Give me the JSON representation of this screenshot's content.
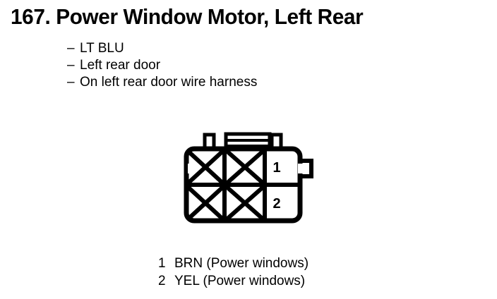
{
  "title": "167. Power Window Motor, Left Rear",
  "description": {
    "bullet_marker": "–",
    "lines": [
      "LT BLU",
      "Left rear door",
      "On left rear door wire harness"
    ]
  },
  "connector": {
    "icon_name": "connector-2-cavity-diagram",
    "rows": 2,
    "columns": 3,
    "cavities": [
      {
        "position": "top-left",
        "label": "",
        "state": "blocked"
      },
      {
        "position": "top-center",
        "label": "",
        "state": "blocked"
      },
      {
        "position": "top-right",
        "label": "1",
        "state": "terminal"
      },
      {
        "position": "bottom-left",
        "label": "",
        "state": "blocked"
      },
      {
        "position": "bottom-center",
        "label": "",
        "state": "blocked"
      },
      {
        "position": "bottom-right",
        "label": "2",
        "state": "terminal"
      }
    ],
    "cavity_1_label": "1",
    "cavity_2_label": "2",
    "line_color": "#000000",
    "fill_color": "#ffffff"
  },
  "legend": {
    "rows": [
      {
        "number": "1",
        "label": "BRN (Power windows)"
      },
      {
        "number": "2",
        "label": "YEL (Power windows)"
      }
    ]
  }
}
